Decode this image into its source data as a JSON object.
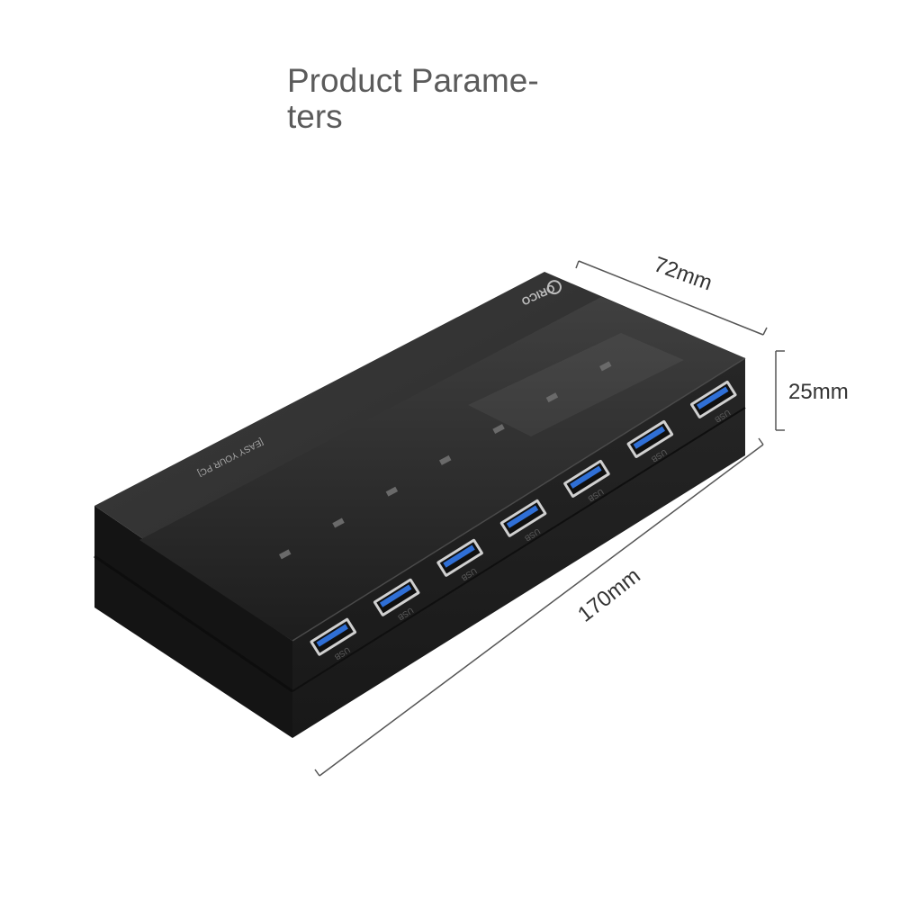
{
  "heading": {
    "line1": "Product Parame-",
    "line2": "ters"
  },
  "dimensions": {
    "depth": "72mm",
    "height": "25mm",
    "length": "170mm"
  },
  "product": {
    "brand": "ORICO",
    "slogan": "[EASY YOUR PC]",
    "port_label": "USB",
    "port_count": 7,
    "indicator_count": 7,
    "port_color": "#2f6fd6",
    "body_color": "#2b2b2b"
  }
}
